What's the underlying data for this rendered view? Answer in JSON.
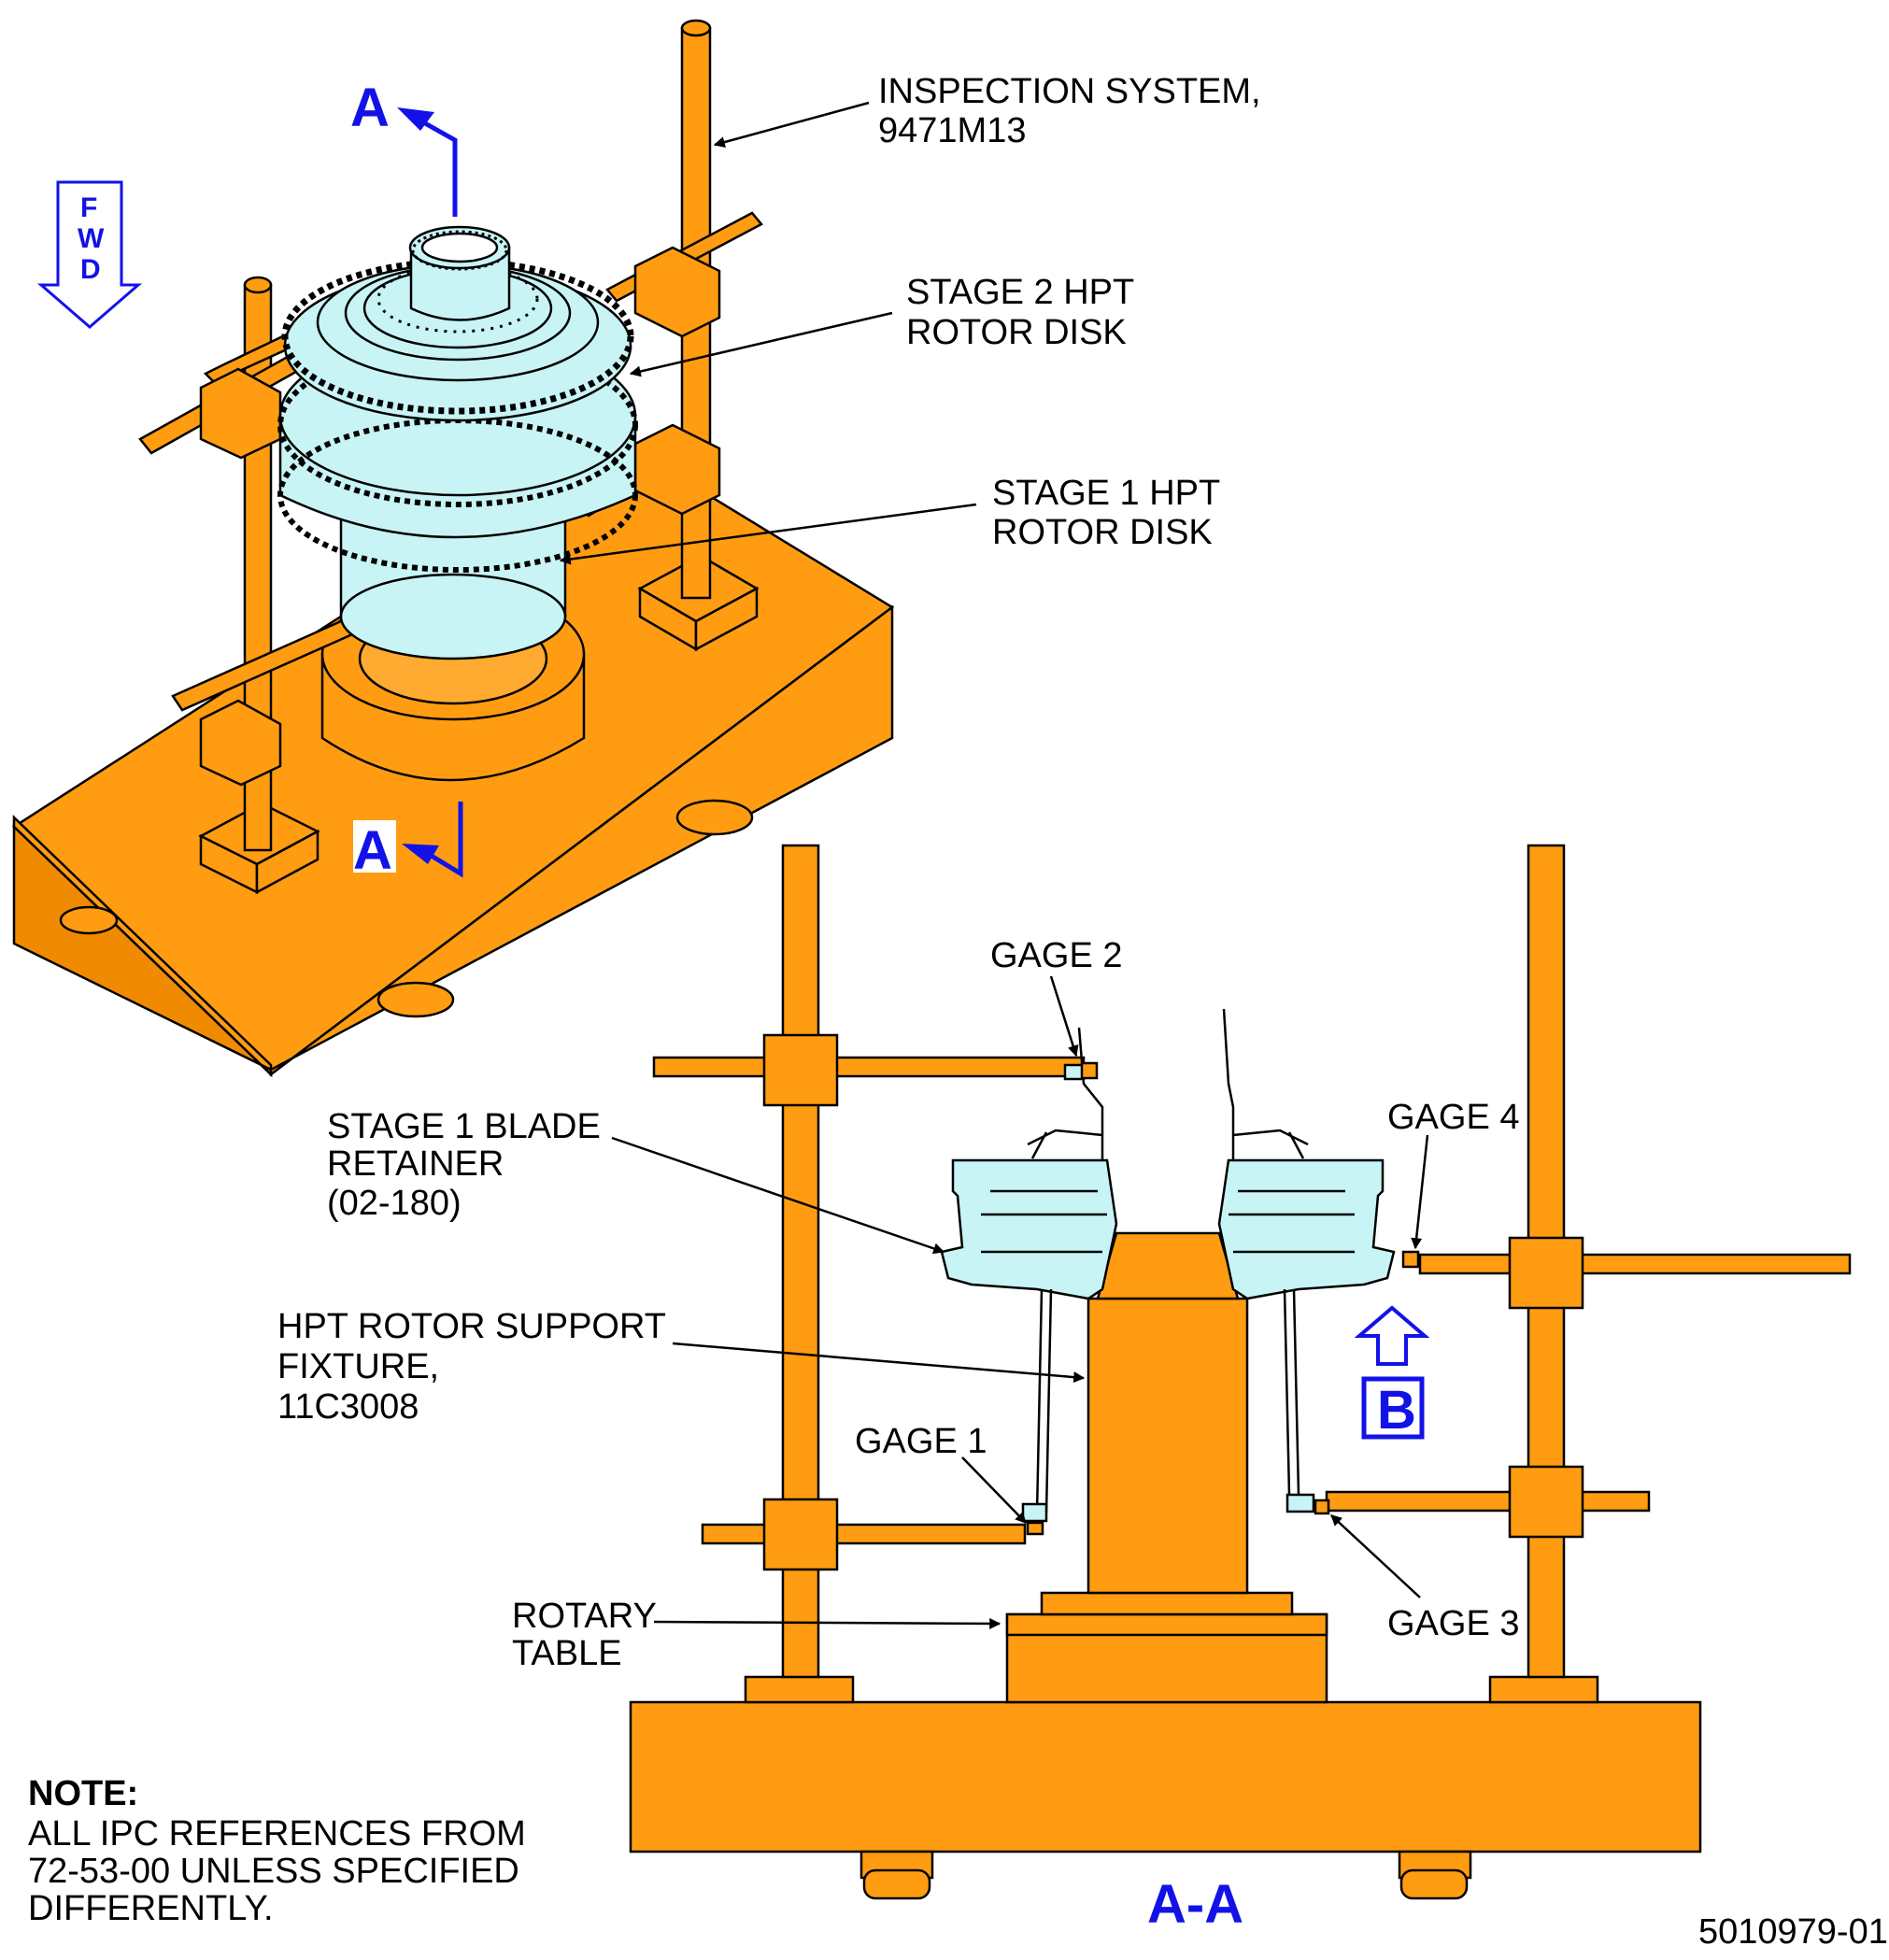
{
  "colors": {
    "fixture": "#FF9C12",
    "rotor": "#C8F4F6",
    "section_marker": "#1212E8",
    "outline": "#000000",
    "leader_line": "#000000"
  },
  "section_markers": {
    "top": "A",
    "bottom": "A",
    "view_title": "A-A",
    "view_b": "B"
  },
  "forward_arrow": {
    "letters": [
      "F",
      "W",
      "D"
    ]
  },
  "callouts": {
    "inspection_system": [
      "INSPECTION SYSTEM,",
      "9471M13"
    ],
    "stage2_disk": [
      "STAGE 2 HPT",
      "ROTOR DISK"
    ],
    "stage1_disk": [
      "STAGE 1 HPT",
      "ROTOR DISK"
    ],
    "gage2": "GAGE 2",
    "gage4": "GAGE 4",
    "gage1": "GAGE 1",
    "gage3": "GAGE 3",
    "blade_retainer": [
      "STAGE 1 BLADE",
      "RETAINER",
      "(02-180)"
    ],
    "support_fixture": [
      "HPT ROTOR SUPPORT",
      "FIXTURE,",
      "11C3008"
    ],
    "rotary_table": [
      "ROTARY",
      "TABLE"
    ]
  },
  "note": {
    "heading": "NOTE:",
    "lines": [
      "ALL IPC REFERENCES FROM",
      "72-53-00 UNLESS SPECIFIED",
      "DIFFERENTLY."
    ]
  },
  "figure_id": "5010979-01"
}
